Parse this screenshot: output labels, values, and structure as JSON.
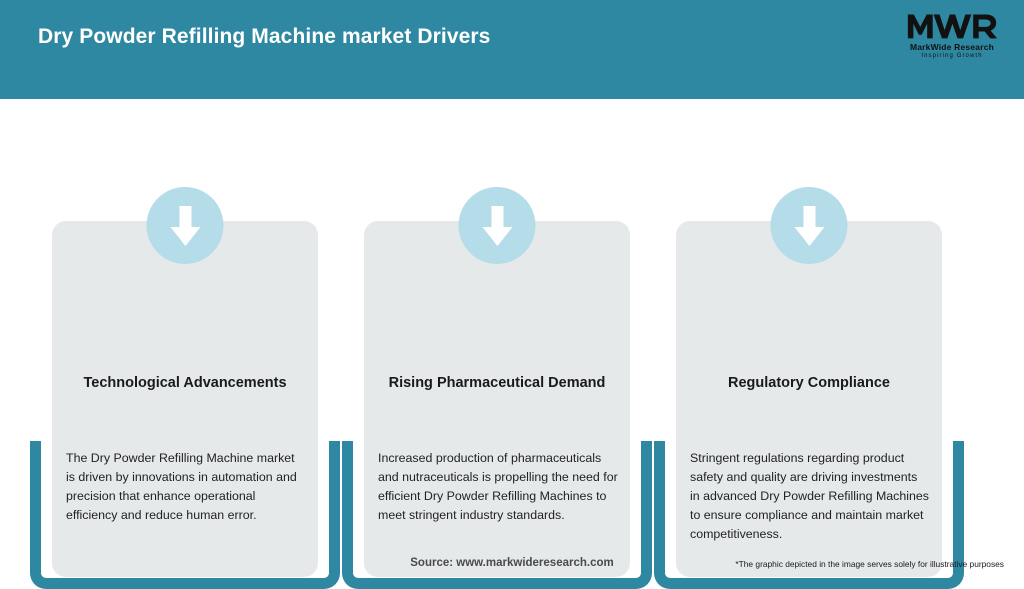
{
  "header": {
    "title": "Dry Powder Refilling Machine market Drivers",
    "background_color": "#2E88A2",
    "title_color": "#FFFFFF"
  },
  "logo": {
    "mark": "MWR",
    "name": "MarkWide Research",
    "tagline": "Inspiring Growth"
  },
  "cards": [
    {
      "icon": "down-arrow-icon",
      "title": "Technological Advancements",
      "body": "The Dry Powder Refilling Machine market is driven by innovations in automation and precision that enhance operational efficiency and reduce human error."
    },
    {
      "icon": "down-arrow-icon",
      "title": "Rising Pharmaceutical Demand",
      "body": "Increased production of pharmaceuticals and nutraceuticals is propelling the need for efficient Dry Powder Refilling Machines to meet stringent industry standards."
    },
    {
      "icon": "down-arrow-icon",
      "title": "Regulatory Compliance",
      "body": "Stringent regulations regarding product safety and quality are driving investments in advanced Dry Powder Refilling Machines to ensure compliance and maintain market competitiveness."
    }
  ],
  "footer": {
    "source": "Source: www.markwideresearch.com",
    "disclaimer": "*The graphic depicted in the image serves solely for illustrative purposes"
  },
  "colors": {
    "accent_teal": "#2E88A2",
    "card_grey": "#E6E9EA",
    "badge_blue": "#B5DCE9",
    "page_background": "#FFFFFF"
  }
}
